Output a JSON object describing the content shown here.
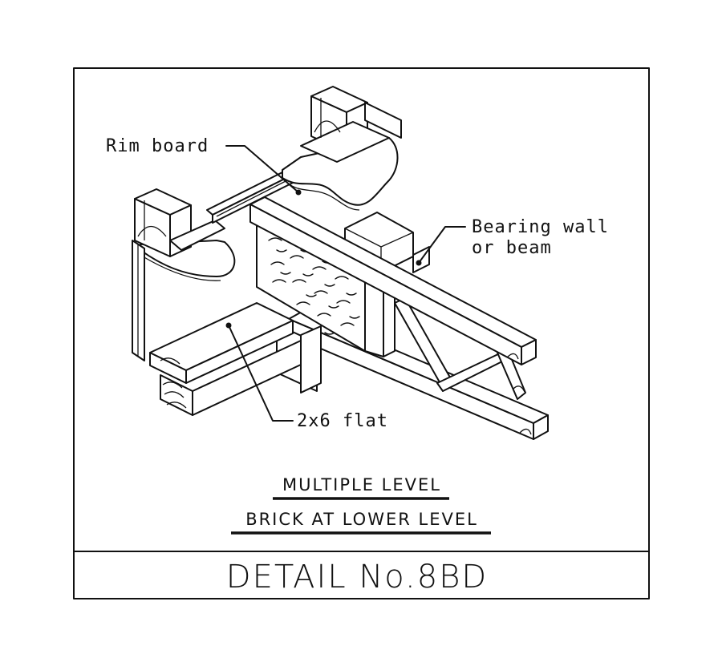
{
  "labels": {
    "rim_board": "Rim board",
    "bearing_wall_line1": "Bearing wall",
    "bearing_wall_line2": "or beam",
    "flat_2x6": "2x6 flat"
  },
  "caption": {
    "line1": "MULTIPLE LEVEL",
    "line2": "BRICK AT LOWER LEVEL"
  },
  "title": "DETAIL No.8BD"
}
